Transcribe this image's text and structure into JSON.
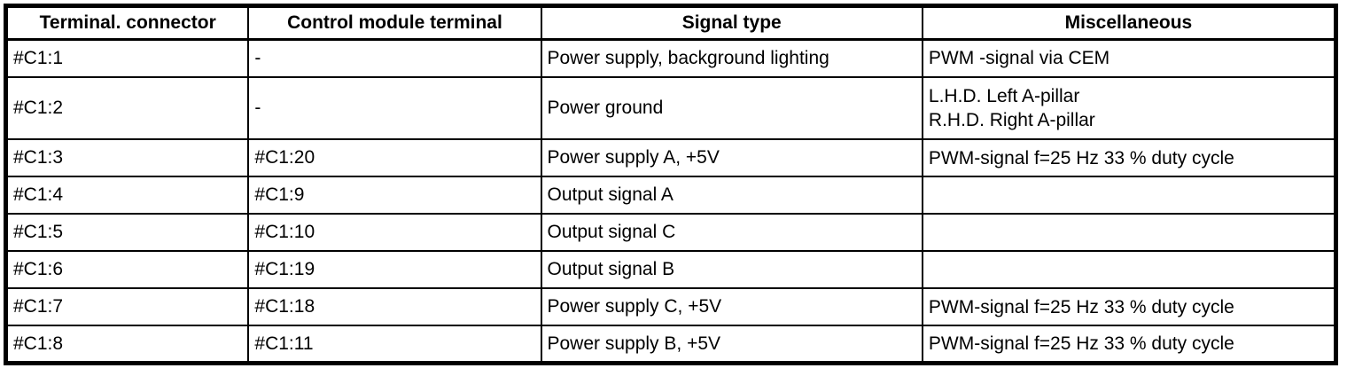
{
  "colors": {
    "border": "#000000",
    "background": "#ffffff",
    "text": "#000000"
  },
  "table": {
    "columns": {
      "terminal": "Terminal. connector",
      "module": "Control module terminal",
      "signal": "Signal type",
      "misc": "Miscellaneous"
    },
    "rows": [
      {
        "terminal": "#C1:1",
        "module": "-",
        "signal": "Power supply, background lighting",
        "misc": "PWM -signal via CEM"
      },
      {
        "terminal": "#C1:2",
        "module": "-",
        "signal": "Power ground",
        "misc": "L.H.D. Left A-pillar\nR.H.D. Right A-pillar"
      },
      {
        "terminal": "#C1:3",
        "module": "#C1:20",
        "signal": "Power supply A, +5V",
        "misc": "PWM-signal f=25 Hz 33 % duty cycle"
      },
      {
        "terminal": "#C1:4",
        "module": "#C1:9",
        "signal": "Output signal A",
        "misc": ""
      },
      {
        "terminal": "#C1:5",
        "module": "#C1:10",
        "signal": "Output signal C",
        "misc": ""
      },
      {
        "terminal": "#C1:6",
        "module": "#C1:19",
        "signal": "Output signal B",
        "misc": ""
      },
      {
        "terminal": "#C1:7",
        "module": "#C1:18",
        "signal": "Power supply C, +5V",
        "misc": "PWM-signal f=25 Hz 33 % duty cycle"
      },
      {
        "terminal": "#C1:8",
        "module": "#C1:11",
        "signal": "Power supply B, +5V",
        "misc": "PWM-signal f=25 Hz 33 % duty cycle"
      }
    ]
  }
}
